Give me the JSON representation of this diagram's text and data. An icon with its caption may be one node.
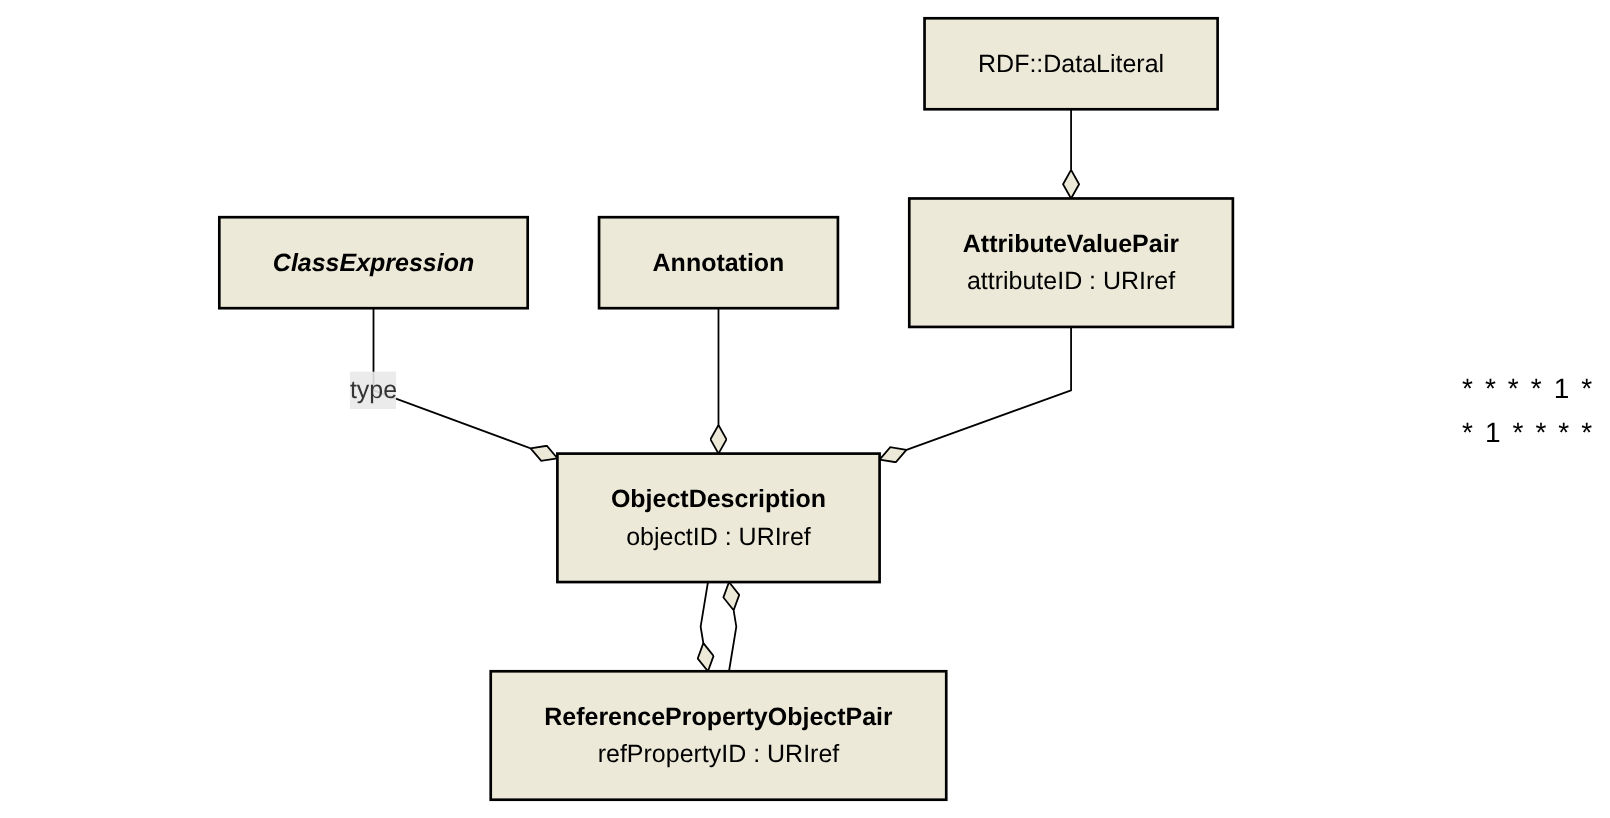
{
  "diagram": {
    "nodes": [
      {
        "text": [
          "ClassExpression"
        ]
      },
      {
        "text": [
          "Annotation"
        ]
      },
      {
        "text": [
          "ObjectDescription",
          "objectID : URIref"
        ]
      },
      {
        "text": [
          "RDF::DataLiteral"
        ]
      },
      {
        "text": [
          "ReferencePropertyObjectPair",
          "refPropertyID : URIref"
        ]
      },
      {
        "text": [
          "AttributeValuePair",
          "attributeID : URIref"
        ]
      }
    ],
    "edges": [
      {
        "from": 0,
        "to": 2,
        "arrow": "other",
        "label": "type"
      },
      {
        "from": 1,
        "to": 2,
        "arrow": "other"
      },
      {
        "from": 2,
        "to": 4,
        "arrow": "other"
      },
      {
        "from": 4,
        "to": 2,
        "arrow": "other"
      },
      {
        "from": 5,
        "to": 2,
        "arrow": "other"
      },
      {
        "from": 3,
        "to": 5,
        "arrow": "other"
      }
    ],
    "labels": [
      "*",
      "*",
      "*",
      "*",
      "1",
      "*",
      "*",
      "1",
      "*",
      "*",
      "*",
      "*"
    ]
  }
}
